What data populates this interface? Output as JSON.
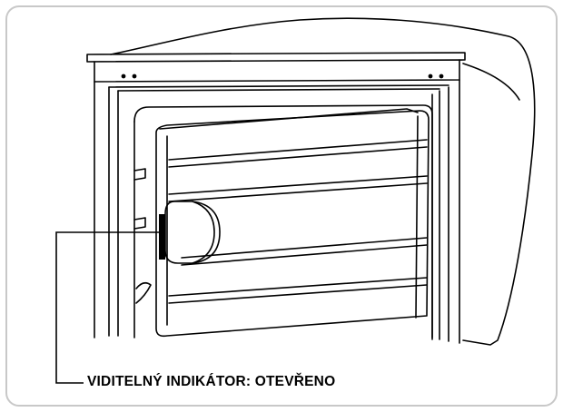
{
  "diagram": {
    "caption": "VIDITELNÝ INDIKÁTOR: OTEVŘENO",
    "colors": {
      "line": "#000000",
      "frame": "#c8c8c8",
      "background": "#ffffff"
    },
    "parts": [
      "freezer-cabinet",
      "freezer-drawer",
      "visible-indicator",
      "callout-line"
    ]
  }
}
